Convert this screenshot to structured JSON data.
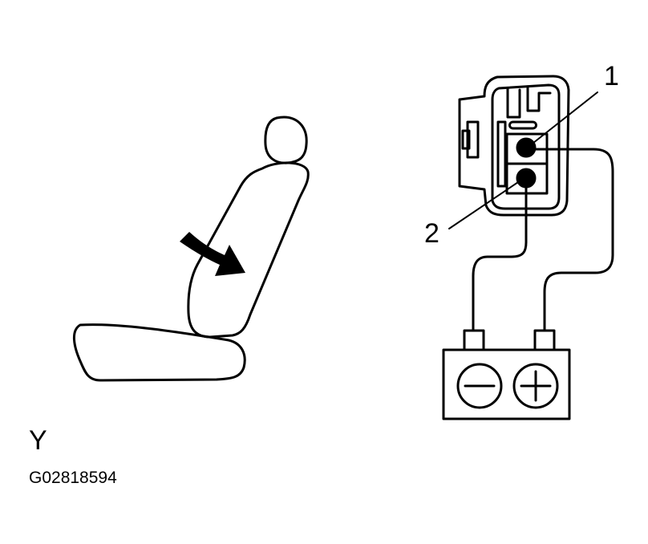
{
  "labels": {
    "pin_1": "1",
    "pin_2": "2",
    "view_letter": "Y",
    "figure_code": "G02818594"
  },
  "icons": {
    "seat": "car-seat-icon",
    "recline_arrow": "curved-arrow-icon",
    "connector": "electrical-connector-icon",
    "battery": "battery-icon",
    "negative_terminal": "minus-symbol",
    "positive_terminal": "plus-symbol"
  },
  "colors": {
    "line": "#000000",
    "background": "#ffffff"
  }
}
